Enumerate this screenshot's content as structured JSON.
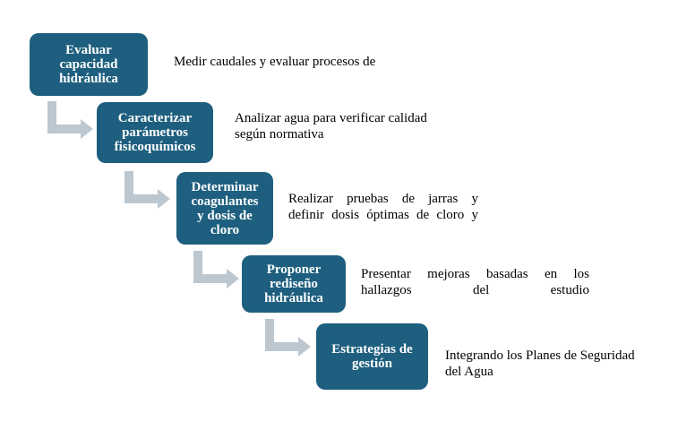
{
  "colors": {
    "box_fill": "#1e5f7f",
    "box_text": "#ffffff",
    "arrow": "#bcc7d0",
    "desc_text": "#000000"
  },
  "steps": [
    {
      "title": "Evaluar\ncapacidad\nhidráulica",
      "description": "Medir caudales y evaluar procesos de"
    },
    {
      "title": "Caracterizar\nparámetros\nfisicoquímicos",
      "description": "Analizar agua para verificar calidad\nsegún normativa"
    },
    {
      "title": "Determinar\ncoagulantes\ny dosis de\ncloro",
      "description": "Realizar pruebas de jarras y\ndefinir dosis óptimas de cloro y"
    },
    {
      "title": "Proponer\nrediseño\nhidráulica",
      "description": "Presentar mejoras basadas en los\nhallazgos del estudio"
    },
    {
      "title": "Estrategias de\ngestión",
      "description": "Integrando los Planes de Seguridad\ndel Agua"
    }
  ]
}
